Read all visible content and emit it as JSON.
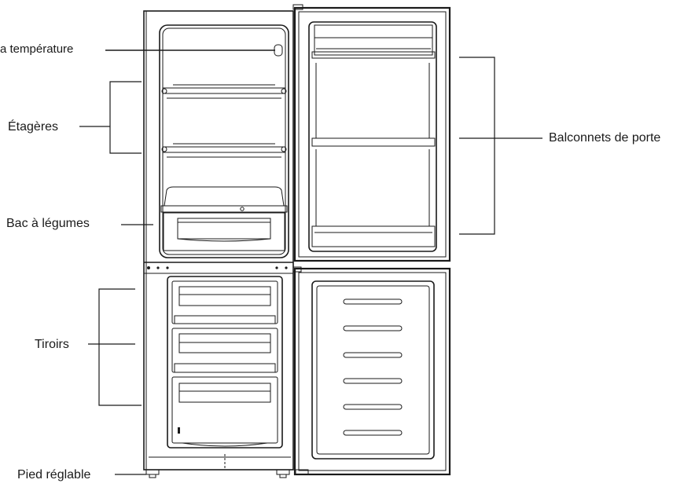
{
  "labels": {
    "temperature": "a température",
    "shelves": "Étagères",
    "crisper": "Bac à légumes",
    "drawers": "Tiroirs",
    "foot": "Pied réglable",
    "door_balconies": "Balconnets de porte"
  },
  "icons": {
    "appliance": "fridge-freezer-line-drawing"
  },
  "colors": {
    "line": "#1a1a1a",
    "background": "#ffffff"
  }
}
